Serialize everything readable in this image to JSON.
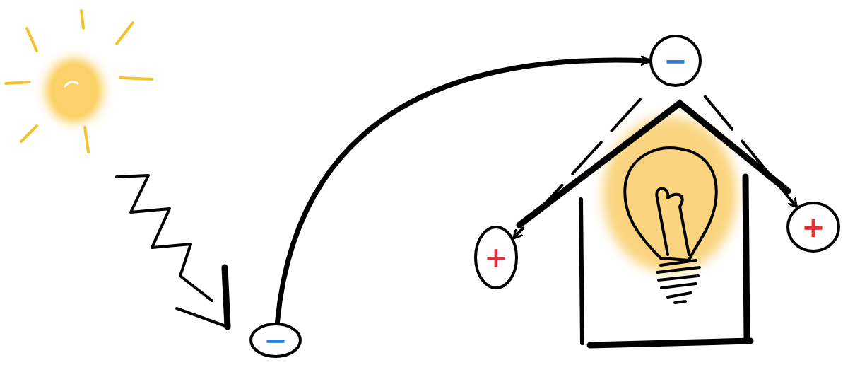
{
  "diagram": {
    "nodes": [
      {
        "text": [
          "−"
        ]
      },
      {
        "text": [
          "−"
        ]
      },
      {
        "text": [
          "+"
        ]
      },
      {
        "text": [
          "+"
        ]
      }
    ],
    "edges": [
      {
        "from": 0,
        "to": 1,
        "arrow": "to"
      },
      {
        "from": 1,
        "to": 2,
        "arrow": "to"
      },
      {
        "from": 1,
        "to": 3,
        "arrow": "to"
      }
    ]
  }
}
